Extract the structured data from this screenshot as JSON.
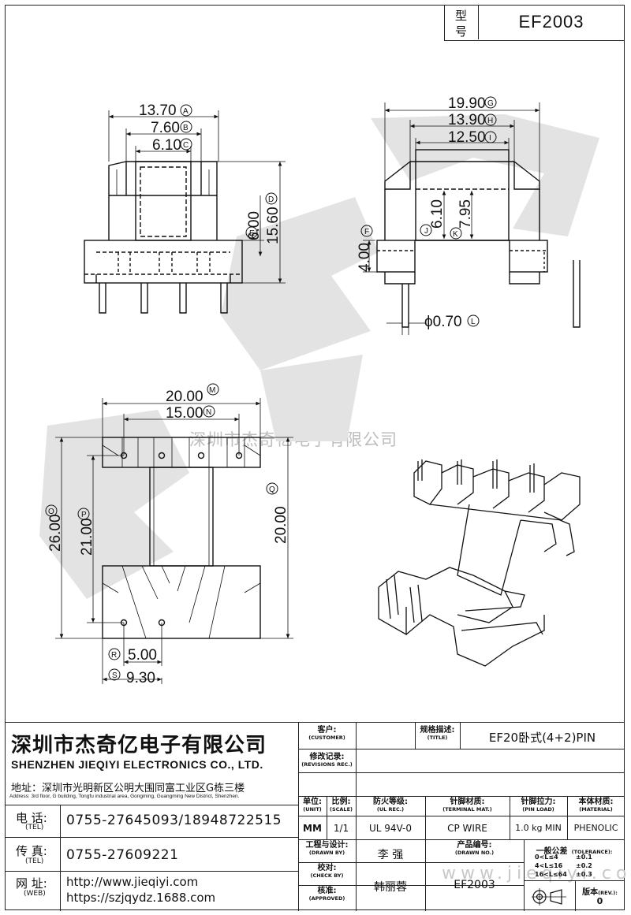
{
  "header": {
    "model_label_chars": [
      "型",
      "号"
    ],
    "model_value": "EF2003"
  },
  "watermark": {
    "text": "深圳市杰奇亿电子有限公司",
    "url": "www.jieqiyi.com"
  },
  "dimensions": {
    "A": {
      "value": "13.70",
      "mark": "A"
    },
    "B": {
      "value": "7.60",
      "mark": "B"
    },
    "C": {
      "value": "6.10",
      "mark": "C"
    },
    "D": {
      "value": "15.60",
      "mark": "D"
    },
    "E": {
      "value": "6.00",
      "mark": "E"
    },
    "F": {
      "value": "4.00",
      "mark": "F"
    },
    "G": {
      "value": "19.90",
      "mark": "G"
    },
    "H": {
      "value": "13.90",
      "mark": "H"
    },
    "I": {
      "value": "12.50",
      "mark": "I"
    },
    "J": {
      "value": "6.10",
      "mark": "J"
    },
    "K": {
      "value": "7.95",
      "mark": "K"
    },
    "L": {
      "value": "ϕ0.70",
      "mark": "L"
    },
    "M": {
      "value": "20.00",
      "mark": "M"
    },
    "N": {
      "value": "15.00",
      "mark": "N"
    },
    "O": {
      "value": "26.00",
      "mark": "O"
    },
    "P": {
      "value": "21.00",
      "mark": "P"
    },
    "Q": {
      "value": "20.00",
      "mark": "Q"
    },
    "R": {
      "value": "5.00",
      "mark": "R"
    },
    "S": {
      "value": "9.30",
      "mark": "S"
    }
  },
  "company": {
    "name_cn": "深圳市杰奇亿电子有限公司",
    "name_en": "SHENZHEN JIEQIYI ELECTRONICS CO., LTD.",
    "address_cn": "地址：深圳市光明新区公明大围同富工业区G栋三楼",
    "address_en": "Address: 3rd floor, G building, Tongfu industrial area, Gongming, Guangming New District, Shenzhen.",
    "tel_label": "电 话:",
    "tel_label_en": "(TEL)",
    "tel_value": "0755-27645093/18948722515",
    "fax_label": "传 真:",
    "fax_label_en": "(TEL)",
    "fax_value": "0755-27609221",
    "web_label": "网 址:",
    "web_label_en": "(WEB)",
    "web_value_1": "http://www.jieqiyi.com",
    "web_value_2": "https://szjqydz.1688.com"
  },
  "title_block": {
    "customer_label": "客户:",
    "customer_label_en": "(CUSTOMER)",
    "title_label": "规格描述:",
    "title_label_en": "(TITLE)",
    "title_value": "EF20卧式(4+2)PIN",
    "revisions_label": "修改记录:",
    "revisions_label_en": "(REVISIONS REC.)",
    "unit_label": "单位:",
    "unit_label_en": "(UNIT)",
    "unit_value": "MM",
    "scale_label": "比例:",
    "scale_label_en": "(SCALE)",
    "scale_value": "1/1",
    "ul_label": "防火等级:",
    "ul_label_en": "(UL REC.)",
    "ul_value": "UL 94V-0",
    "terminal_label": "针脚材质:",
    "terminal_label_en": "(TERMINAL MAT.)",
    "terminal_value": "CP WIRE",
    "pinload_label": "针脚拉力:",
    "pinload_label_en": "(PIN LOAD)",
    "pinload_value": "1.0 kg MIN",
    "material_label": "本体材质:",
    "material_label_en": "(MATERIAL)",
    "material_value": "PHENOLIC",
    "drawn_label": "工程与设计:",
    "drawn_label_en": "(DRAWN BY)",
    "drawn_value": "李 强",
    "drawingno_label": "产品编号:",
    "drawingno_label_en": "(DRAWN NO.)",
    "drawingno_value": "EF2003",
    "check_label": "校对:",
    "check_label_en": "(CHECK BY)",
    "approved_label": "核准:",
    "approved_label_en": "(APPROVED)",
    "approved_value": "韩丽蓉",
    "tolerance_label": "一般公差",
    "tolerance_label_en": "(TOLERANCE):",
    "tolerance_rows": [
      {
        "range": "0<L≤4",
        "tol": "±0.1"
      },
      {
        "range": "4<L≤16",
        "tol": "±0.2"
      },
      {
        "range": "16<L≤64",
        "tol": "±0.3"
      }
    ],
    "rev_label": "版本",
    "rev_label_en": "(REV.):",
    "rev_value": "0"
  }
}
